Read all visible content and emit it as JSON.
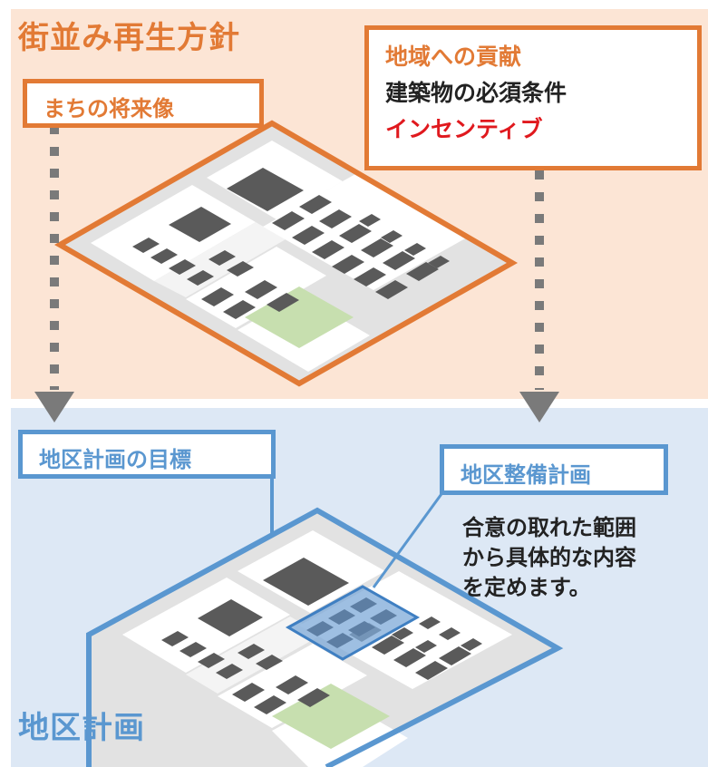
{
  "colors": {
    "orange": "#e27a35",
    "blue": "#5a97d0",
    "red": "#e0191e",
    "dark_text": "#222222",
    "park_green": "#c7dfaf",
    "building_gray": "#5a5a5a"
  },
  "top_section": {
    "title": "街並み再生方針",
    "left_box_label": "まちの将来像",
    "right_box_lines": {
      "line1": "地域への貢献",
      "line2": "建築物の必須条件",
      "line3": "インセンティブ"
    }
  },
  "bottom_section": {
    "title": "地区計画",
    "left_box_label": "地区計画の目標",
    "right_box_label": "地区整備計画",
    "note_lines": [
      "合意の取れた範囲",
      "から具体的な内容",
      "を定めます。"
    ]
  }
}
